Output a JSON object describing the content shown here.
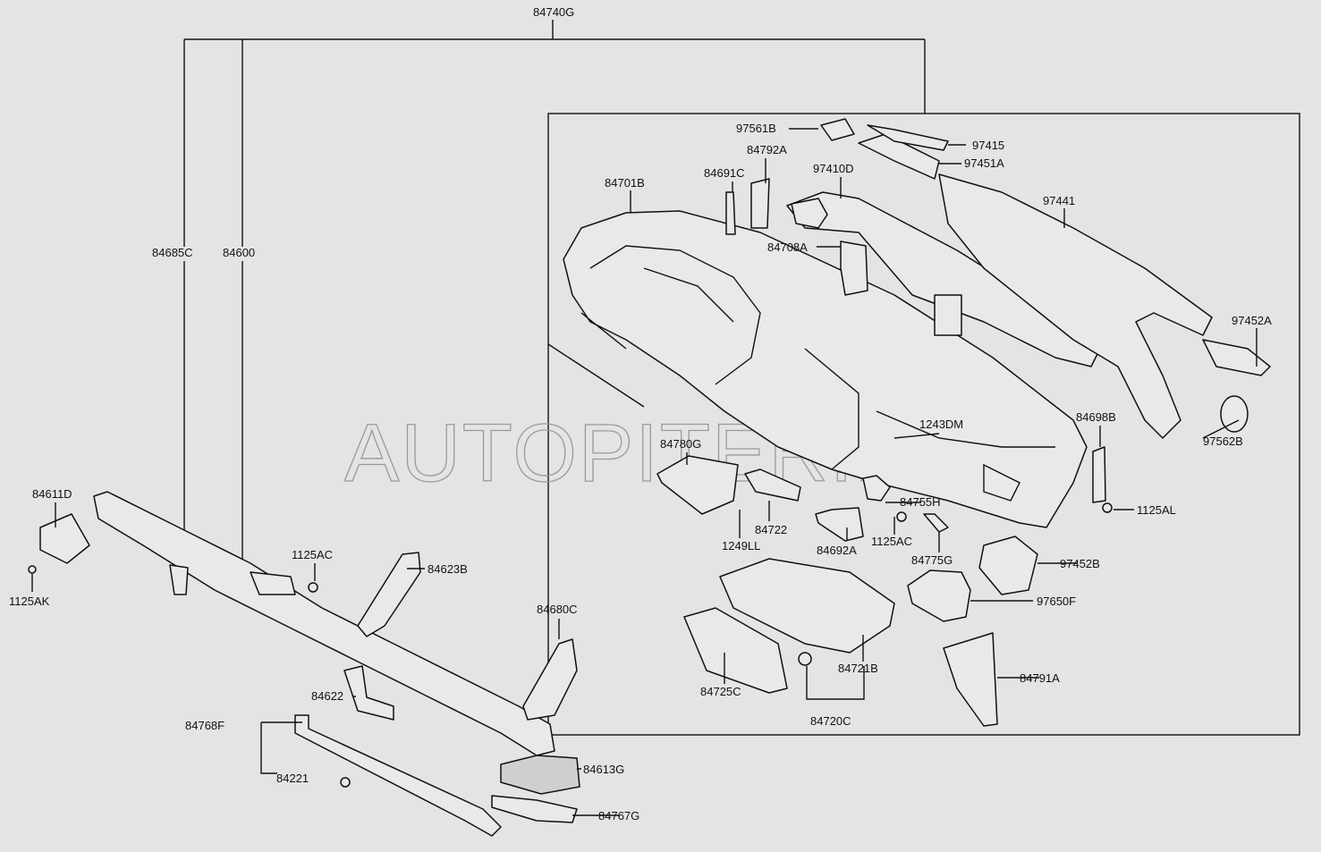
{
  "watermark": "AUTOPITER.RU",
  "colors": {
    "background": "#e4e4e4",
    "lines": "#111111"
  },
  "labels": {
    "assembly": "84740G",
    "l84685C": "84685C",
    "l84600": "84600",
    "l97561B": "97561B",
    "l97415": "97415",
    "l84792A": "84792A",
    "l97451A": "97451A",
    "l84691C": "84691C",
    "l97410D": "97410D",
    "l84701B": "84701B",
    "l97441": "97441",
    "l84708A": "84708A",
    "l97452A": "97452A",
    "l1243DM": "1243DM",
    "l84698B": "84698B",
    "l97562B": "97562B",
    "l84780G": "84780G",
    "l84755H": "84755H",
    "l1125AL": "1125AL",
    "l84722": "84722",
    "l1249LL": "1249LL",
    "l1125AC_r": "1125AC",
    "l84692A": "84692A",
    "l84775G": "84775G",
    "l97452B": "97452B",
    "l97650F": "97650F",
    "l84721B": "84721B",
    "l84725C": "84725C",
    "l84791A": "84791A",
    "l84720C": "84720C",
    "l84611D": "84611D",
    "l1125AK": "1125AK",
    "l1125AC_l": "1125AC",
    "l84623B": "84623B",
    "l84680C": "84680C",
    "l84622": "84622",
    "l84768F": "84768F",
    "l84221": "84221",
    "l84613G": "84613G",
    "l84767G": "84767G"
  }
}
